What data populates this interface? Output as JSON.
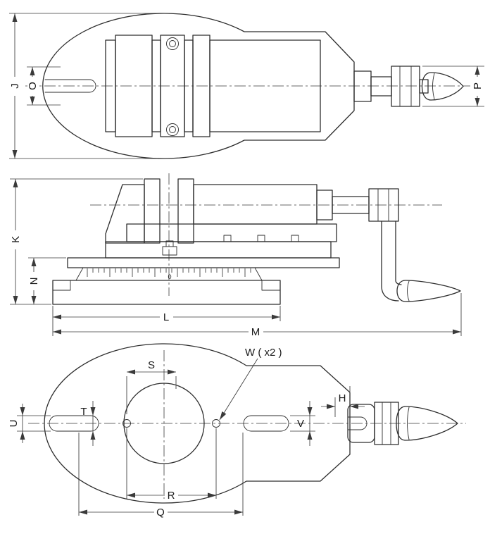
{
  "background": "#ffffff",
  "line_color": "#2e2e2e",
  "views": {
    "top_view": {
      "dim_labels": {
        "J": "J",
        "O": "O",
        "P": "P"
      }
    },
    "side_view": {
      "dim_labels": {
        "K": "K",
        "N": "N",
        "L": "L",
        "M": "M"
      },
      "scale_zero_label": "0"
    },
    "bottom_view": {
      "dim_labels": {
        "S": "S",
        "R": "R",
        "Q": "Q",
        "U": "U",
        "T": "T",
        "V": "V",
        "H": "H"
      },
      "hole_callout": "W ( x2 )"
    }
  }
}
